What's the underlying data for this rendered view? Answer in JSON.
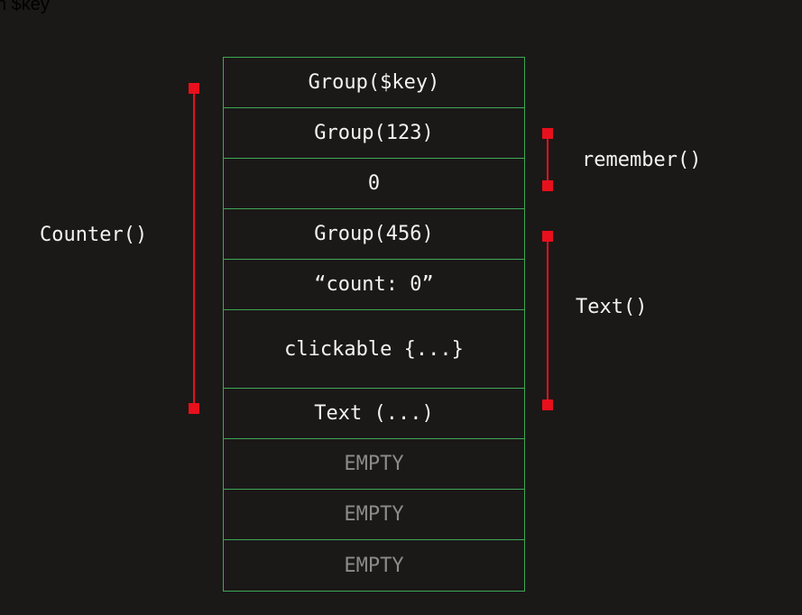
{
  "caption": "n $key",
  "slots": [
    {
      "text": "Group($key)",
      "empty": false
    },
    {
      "text": "Group(123)",
      "empty": false
    },
    {
      "text": "0",
      "empty": false
    },
    {
      "text": "Group(456)",
      "empty": false
    },
    {
      "text": "“count: 0”",
      "empty": false
    },
    {
      "text": "clickable {...}",
      "empty": false
    },
    {
      "text": "Text (...)",
      "empty": false
    },
    {
      "text": "EMPTY",
      "empty": true
    },
    {
      "text": "EMPTY",
      "empty": true
    },
    {
      "text": "EMPTY",
      "empty": true
    }
  ],
  "groups": {
    "counter": "Counter()",
    "remember": "remember()",
    "text": "Text()"
  },
  "colors": {
    "background": "#1b1818",
    "slot_border": "#3ea856",
    "bracket": "#e8101c",
    "text": "#f2f2f2",
    "empty_text": "#8b8b8b"
  }
}
